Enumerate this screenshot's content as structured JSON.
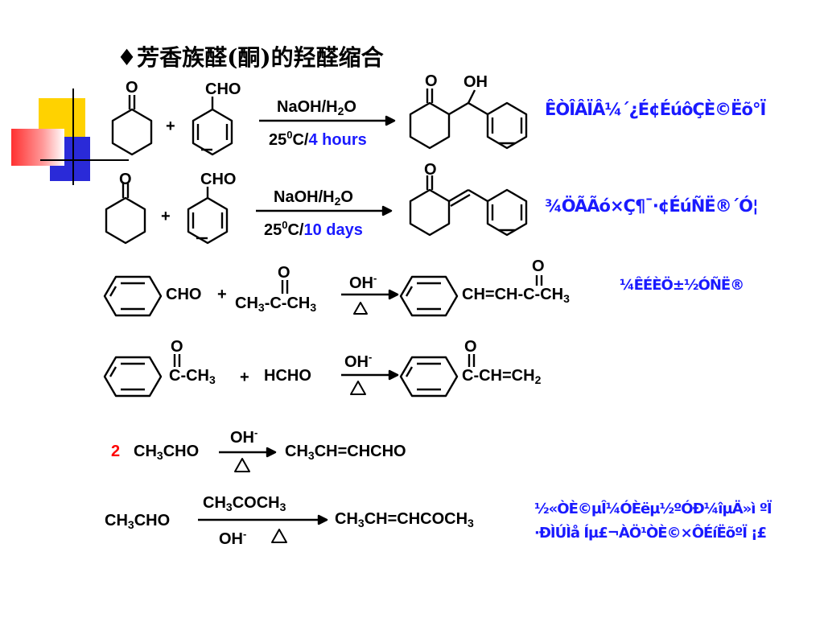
{
  "title": "♦芳香族醛(酮)的羟醛缩合",
  "reactions": [
    {
      "reagent_top": "NaOH/H",
      "reagent_top_sub": "2",
      "reagent_top_end": "O",
      "cond_a": "25",
      "cond_sup": "0",
      "cond_b": "C/",
      "cond_time": "4 hours",
      "r1_label": "O",
      "r2_label": "CHO",
      "plus": "+",
      "p_o": "O",
      "p_oh": "OH",
      "note": "ÊÒÎÂÏÂ¼´¿É¢ÉúôÇÈ©Ëõ°Ï"
    },
    {
      "reagent_top": "NaOH/H",
      "reagent_top_sub": "2",
      "reagent_top_end": "O",
      "cond_a": "25",
      "cond_sup": "0",
      "cond_b": "C/",
      "cond_time": "10 days",
      "r1_label": "O",
      "r2_label": "CHO",
      "plus": "+",
      "p_o": "O",
      "note": "¾ÖÃÃó×Ç¶¯·¢ÉúÑË®´Ó¦"
    },
    {
      "r_left": "CHO",
      "plus": "+",
      "r_right_a": "CH",
      "r_right_s1": "3",
      "r_right_b": "-C-CH",
      "r_right_s2": "3",
      "o_label": "O",
      "cond": "OH",
      "cond_sup": "-",
      "product_a": "CH=CH-C-CH",
      "product_s": "3",
      "p_o": "O",
      "note": "¼ÊÉÈÖ±½ÓÑË®"
    },
    {
      "r_left_a": "C-CH",
      "r_left_s": "3",
      "o_label": "O",
      "plus": "+",
      "r_right": "HCHO",
      "cond": "OH",
      "cond_sup": "-",
      "product_a": "C-CH=CH",
      "product_s": "2",
      "p_o": "O"
    },
    {
      "coef": "2",
      "r_a": "CH",
      "r_s": "3",
      "r_b": "CHO",
      "cond": "OH",
      "cond_sup": "-",
      "p_a": "CH",
      "p_s": "3",
      "p_b": "CH=CHCHO"
    },
    {
      "r_a": "CH",
      "r_s": "3",
      "r_b": "CHO",
      "cond_top_a": "CH",
      "cond_top_s1": "3",
      "cond_top_b": "COCH",
      "cond_top_s2": "3",
      "cond_bot": "OH",
      "cond_bot_sup": "-",
      "p_a": "CH",
      "p_s1": "3",
      "p_b": "CH=CHCOCH",
      "p_s2": "3",
      "note_line1": "½«ÒÈ©µÎ¼ÓÈëµ½ºÓÐ¼îµÄ»ì ºÏ",
      "note_line2": "·ÐÌÚÌå Íµ£¬ÀÖ¹ÒÈ©×ÔÉíËõºÏ ¡£"
    }
  ]
}
